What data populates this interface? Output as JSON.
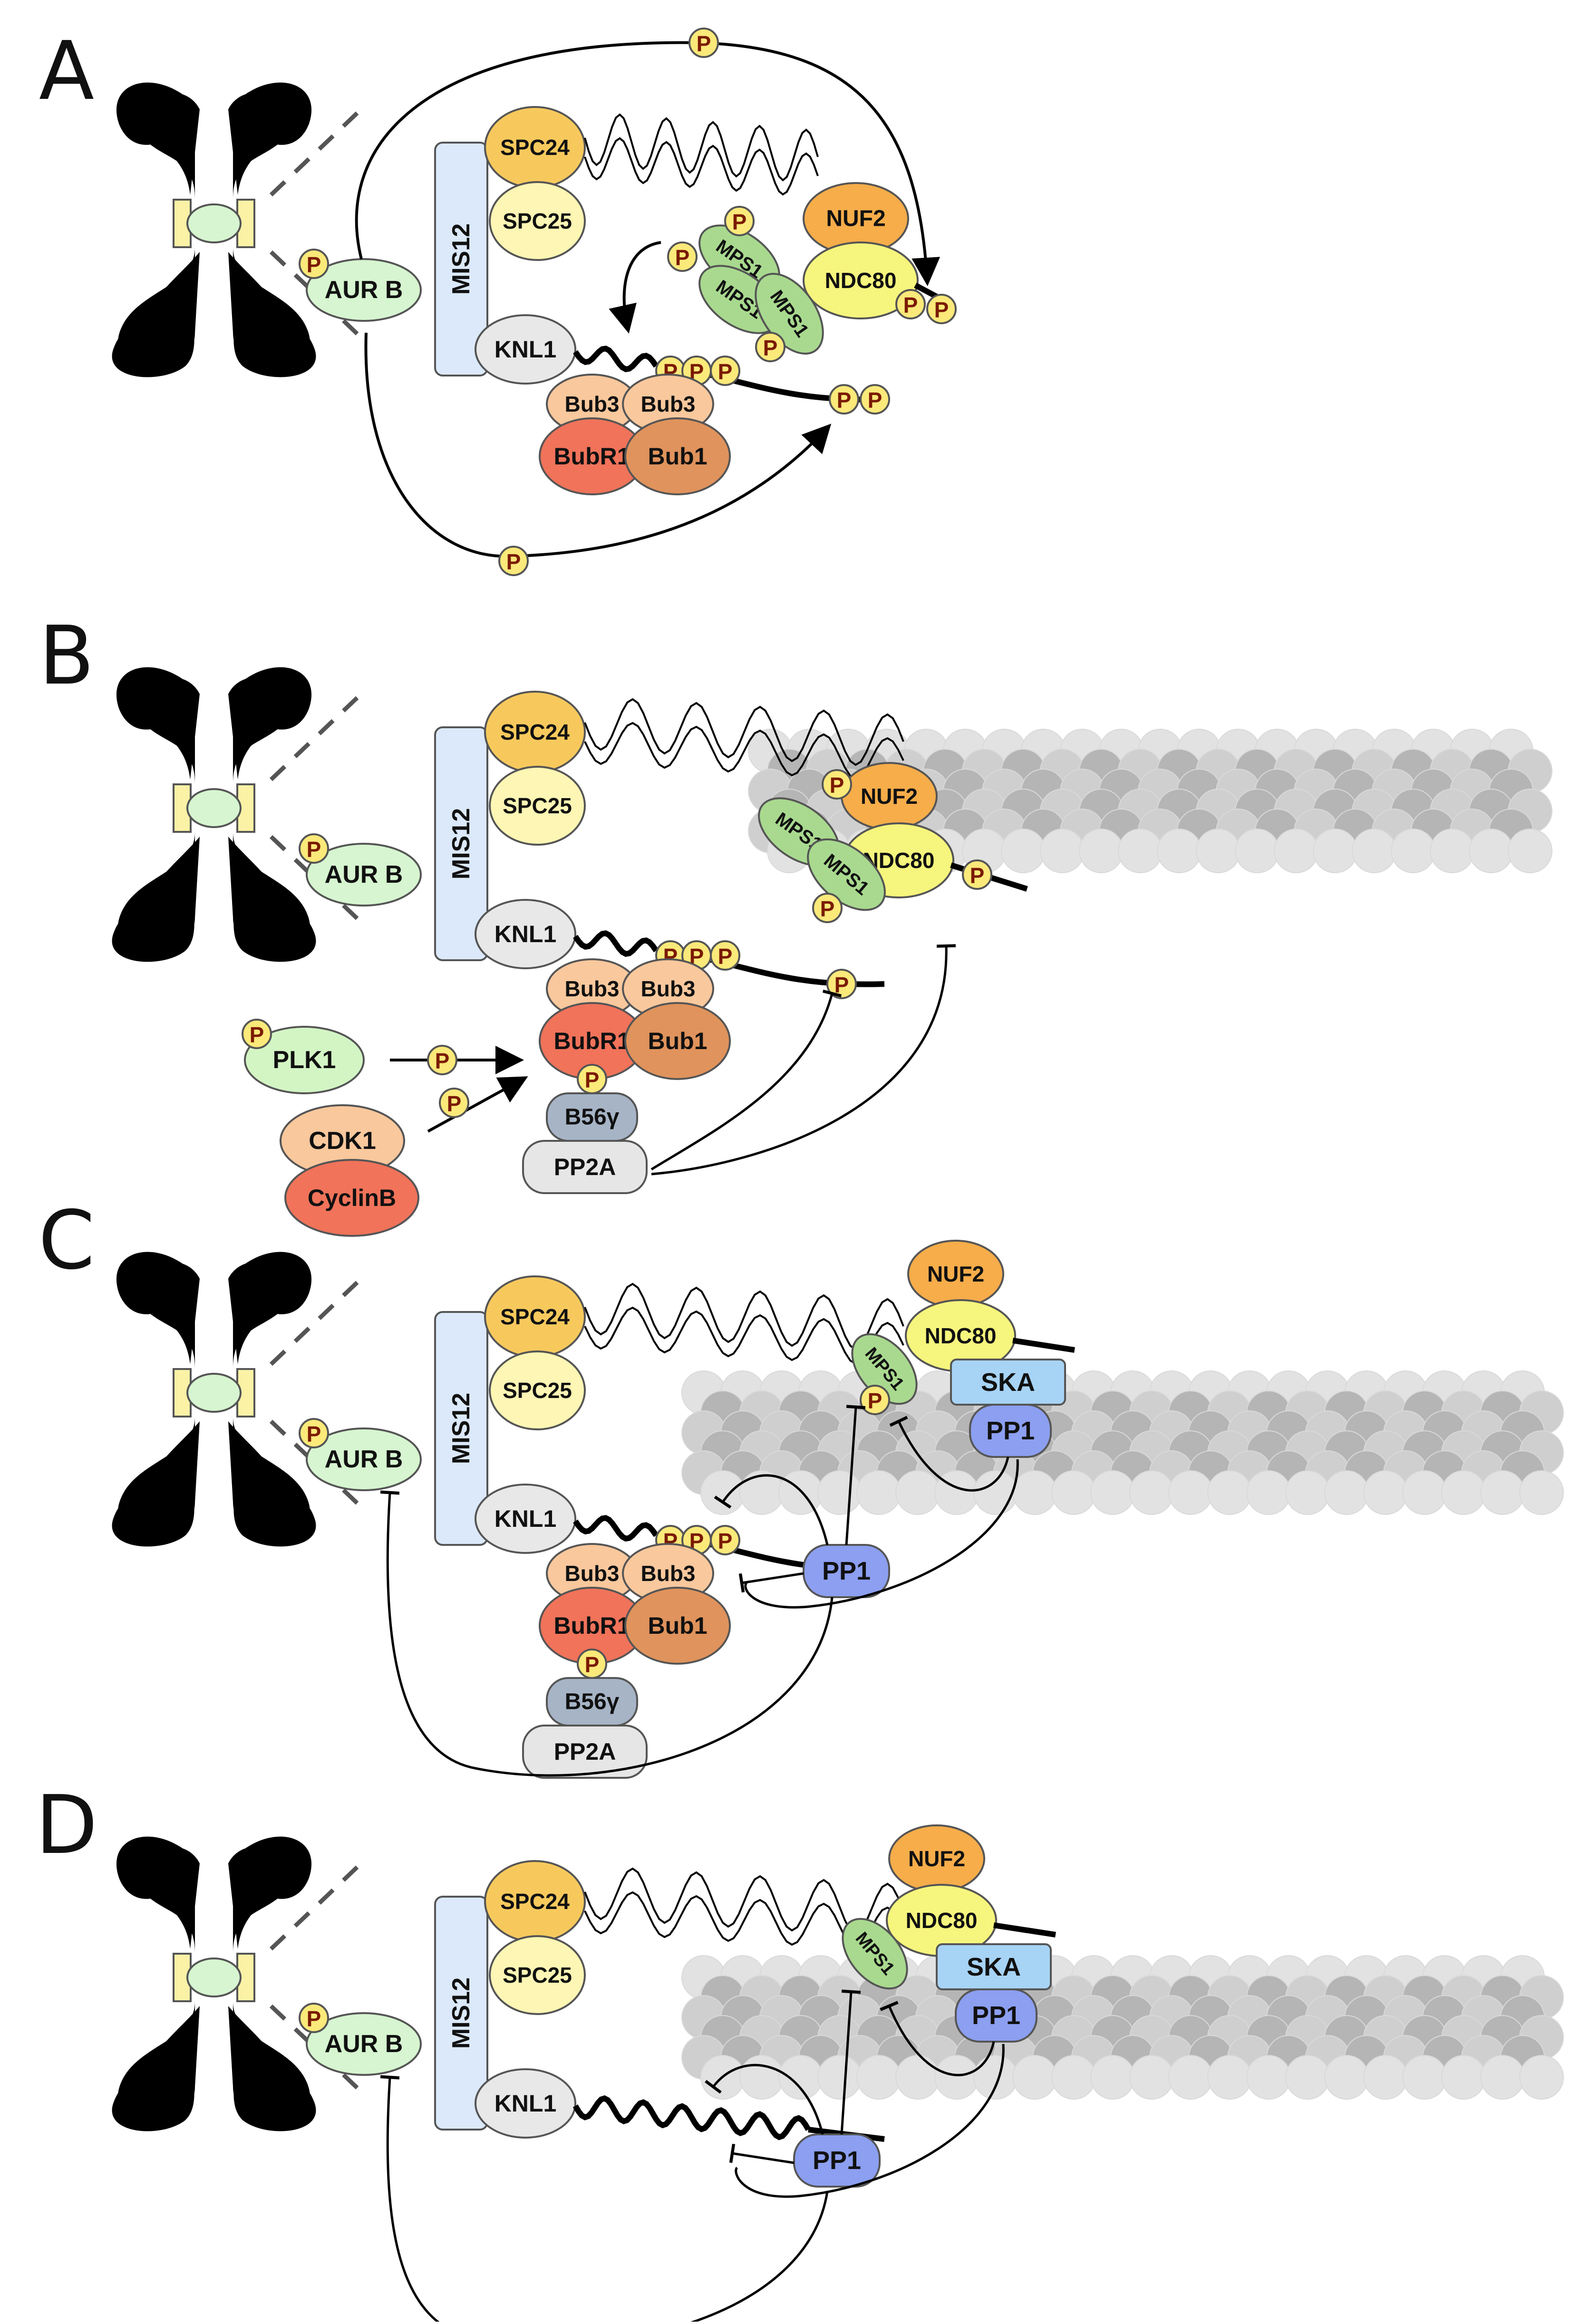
{
  "panels": [
    {
      "letter": "A",
      "labels": {
        "aurb": "AUR B",
        "mis12": "MIS12",
        "spc24": "SPC24",
        "spc25": "SPC25",
        "knl1": "KNL1",
        "nuf2": "NUF2",
        "ndc80": "NDC80",
        "mps1": "MPS1",
        "bub3": "Bub3",
        "bubr1": "BubR1",
        "bub1": "Bub1"
      }
    },
    {
      "letter": "B",
      "labels": {
        "aurb": "AUR B",
        "mis12": "MIS12",
        "spc24": "SPC24",
        "spc25": "SPC25",
        "knl1": "KNL1",
        "nuf2": "NUF2",
        "ndc80": "NDC80",
        "mps1": "MPS1",
        "bub3": "Bub3",
        "bubr1": "BubR1",
        "bub1": "Bub1",
        "plk1": "PLK1",
        "b56": "B56γ",
        "pp2a": "PP2A",
        "cdk1": "CDK1",
        "cyclinb": "CyclinB"
      }
    },
    {
      "letter": "C",
      "labels": {
        "aurb": "AUR B",
        "mis12": "MIS12",
        "spc24": "SPC24",
        "spc25": "SPC25",
        "knl1": "KNL1",
        "nuf2": "NUF2",
        "ndc80": "NDC80",
        "mps1": "MPS1",
        "bub3": "Bub3",
        "bubr1": "BubR1",
        "bub1": "Bub1",
        "b56": "B56γ",
        "pp2a": "PP2A",
        "ska": "SKA",
        "pp1": "PP1"
      }
    },
    {
      "letter": "D",
      "labels": {
        "aurb": "AUR B",
        "mis12": "MIS12",
        "spc24": "SPC24",
        "spc25": "SPC25",
        "knl1": "KNL1",
        "nuf2": "NUF2",
        "ndc80": "NDC80",
        "mps1": "MPS1",
        "ska": "SKA",
        "pp1": "PP1"
      }
    }
  ],
  "phospho_label": "P",
  "colors": {
    "aurb": "#d6f5d0",
    "mis12": "#dbe9fb",
    "spc24": "#f7c95d",
    "spc25": "#fdf6b4",
    "knl1": "#e8e8e8",
    "nuf2": "#f6ad4a",
    "ndc80": "#f6f57d",
    "mps1": "#a9d98f",
    "bub3": "#f9c89d",
    "bubr1": "#f0735a",
    "bub1": "#e0935c",
    "phospho": "#fbe97a",
    "plk1": "#d3f5c4",
    "b56": "#a6b4c6",
    "pp2a": "#e6e6e6",
    "cdk1": "#f9c89d",
    "cyclinb": "#f0735a",
    "ska": "#a7d3f5",
    "pp1": "#8c9ff0",
    "microtubule": "#c9c9c9"
  },
  "icons": [
    "chromosome-icon",
    "phosphate-icon",
    "microtubule-icon"
  ]
}
